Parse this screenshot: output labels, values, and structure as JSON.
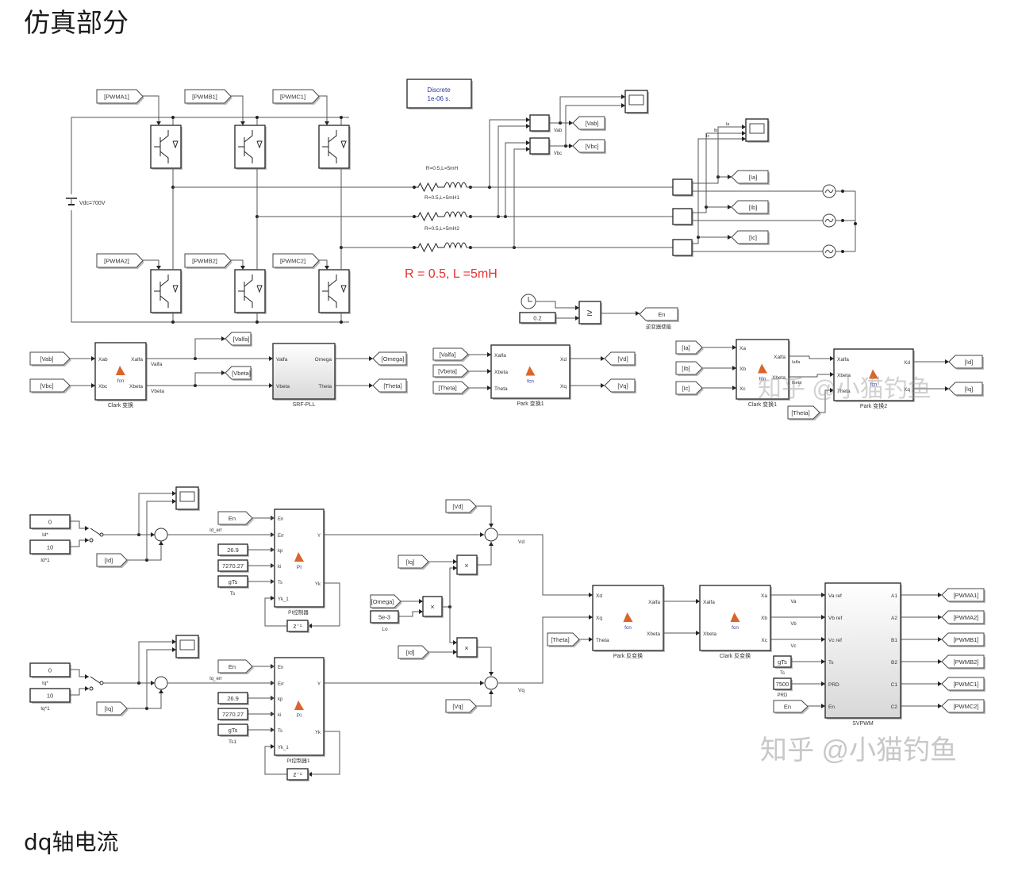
{
  "page": {
    "title": "仿真部分",
    "section_heading": "dq轴电流",
    "watermark": "知乎 @小猫钓鱼"
  },
  "power_stage": {
    "pwm_tags": [
      "[PWMA1]",
      "[PWMB1]",
      "[PWMC1]",
      "[PWMA2]",
      "[PWMB2]",
      "[PWMC2]"
    ],
    "dc_source_label": "Vdc=700V",
    "powergui": {
      "line1": "Discrete",
      "line2": "1e-06 s."
    },
    "rl_labels": [
      "R=0.5,L=5mH",
      "R=0.5,L=5mH1",
      "R=0.5,L=5mH2"
    ],
    "rl_annotation": "R = 0.5, L =5mH",
    "voltage_signals": [
      "Vab",
      "Vbc"
    ],
    "voltage_tags": [
      "[Vab]",
      "[Vbc]"
    ],
    "current_signals": [
      "Ia",
      "Ib",
      "Ic"
    ],
    "current_tags": [
      "[Ia]",
      "[Ib]",
      "[Ic]"
    ],
    "enable": {
      "const": "0.2",
      "compare": "≥",
      "tag": "En",
      "caption": "逆变器使能"
    }
  },
  "clark": {
    "inputs": [
      "[Vab]",
      "[Vbc]"
    ],
    "ports_in": [
      "Xab",
      "Xbc"
    ],
    "ports_out": [
      "Xalfa",
      "Xbeta"
    ],
    "fcn": "fcn",
    "caption": "Clark 变换",
    "signals": [
      "Valfa",
      "Vbeta"
    ],
    "tags": [
      "[Valfa]",
      "[Vbeta]"
    ]
  },
  "pll": {
    "ports_in": [
      "Valfa",
      "Vbeta"
    ],
    "ports_out": [
      "Omega",
      "Theta"
    ],
    "caption": "SRF-PLL",
    "tags": [
      "[Omega]",
      "[Theta]"
    ]
  },
  "park1": {
    "inputs": [
      "[Valfa]",
      "[Vbeta]",
      "[Theta]"
    ],
    "ports_in": [
      "Xalfa",
      "Xbeta",
      "Theta"
    ],
    "ports_out": [
      "Xd",
      "Xq"
    ],
    "fcn": "fcn",
    "caption": "Park 变换1",
    "tags": [
      "[Vd]",
      "[Vq]"
    ]
  },
  "clark1": {
    "inputs": [
      "[Ia]",
      "[Ib]",
      "[Ic]"
    ],
    "ports_in": [
      "Xa",
      "Xb",
      "Xc"
    ],
    "ports_out": [
      "Xalfa",
      "Xbeta"
    ],
    "fcn": "fcn",
    "caption": "Clark 变换1",
    "signals": [
      "Ialfa",
      "Ibeta"
    ]
  },
  "park2": {
    "theta_tag": "[Theta]",
    "ports_in": [
      "Xalfa",
      "Xbeta",
      "Theta"
    ],
    "ports_out": [
      "Xd",
      "Xq"
    ],
    "fcn": "fcn",
    "caption": "Park 变换2",
    "tags": [
      "[Id]",
      "[Iq]"
    ]
  },
  "d_loop": {
    "ref_consts": [
      {
        "value": "0",
        "caption": "Id*"
      },
      {
        "value": "10",
        "caption": "Id*1"
      }
    ],
    "feedback_tag": "[Id]",
    "error_signal": "Id_err",
    "en_tag": "En",
    "kp": "26.9",
    "ki": "7270.27",
    "ts": {
      "value": "gTs",
      "caption": "Ts"
    },
    "pi_ports_in": [
      "En",
      "Err",
      "kp",
      "ki",
      "Ts",
      "Yk_1"
    ],
    "pi_ports_out": [
      "Y",
      "Yk"
    ],
    "pi_label": "PI",
    "caption": "PI控制器",
    "delay": "z⁻¹"
  },
  "q_loop": {
    "ref_consts": [
      {
        "value": "0",
        "caption": "Iq*"
      },
      {
        "value": "10",
        "caption": "Iq*1"
      }
    ],
    "feedback_tag": "[Iq]",
    "error_signal": "Iq_err",
    "en_tag": "En",
    "kp": "26.9",
    "ki": "7270.27",
    "ts": {
      "value": "gTs",
      "caption": "Ts1"
    },
    "pi_ports_in": [
      "En",
      "Err",
      "kp",
      "ki",
      "Ts",
      "Yk_1"
    ],
    "pi_ports_out": [
      "Y",
      "Yk"
    ],
    "pi_label": "PI",
    "caption": "PI控制器1",
    "delay": "z⁻¹"
  },
  "decoupling": {
    "vd_tag": "[Vd]",
    "iq_tag": "[Iq]",
    "omega_tag": "[Omega]",
    "lo": {
      "value": "5e-3",
      "caption": "Lo"
    },
    "id_tag": "[Id]",
    "vq_tag": "[Vq]",
    "product": "×",
    "vd_signal": "Vd",
    "vq_signal": "Vq"
  },
  "park_inv": {
    "ports_in": [
      "Xd",
      "Xq",
      "Theta"
    ],
    "ports_out": [
      "Xalfa",
      "Xbeta"
    ],
    "fcn": "fcn",
    "caption": "Park 反变换",
    "theta_tag": "[Theta]"
  },
  "clark_inv": {
    "ports_in": [
      "Xalfa",
      "Xbeta"
    ],
    "ports_out": [
      "Xa",
      "Xb",
      "Xc"
    ],
    "fcn": "fcn",
    "caption": "Clark 反变换",
    "signals": [
      "Va",
      "Vb",
      "Vc"
    ]
  },
  "svpwm": {
    "ports_in": [
      "Va ref",
      "Vb ref",
      "Vc ref",
      "Ts",
      "PRD",
      "En"
    ],
    "ports_out": [
      "A1",
      "A2",
      "B1",
      "B2",
      "C1",
      "C2"
    ],
    "caption": "SVPWM",
    "ts": {
      "value": "gTs",
      "caption": "Ts"
    },
    "prd": {
      "value": "7500",
      "caption": "PRD"
    },
    "en_tag": "En",
    "out_tags": [
      "[PWMA1]",
      "[PWMA2]",
      "[PWMB1]",
      "[PWMB2]",
      "[PWMC1]",
      "[PWMC2]"
    ]
  },
  "colors": {
    "wire": "#555555",
    "annotation": "#e8312f",
    "matlab_icon": "#d9652b",
    "watermark": "#c8c8c8",
    "powergui_text": "#2b3a9c"
  }
}
